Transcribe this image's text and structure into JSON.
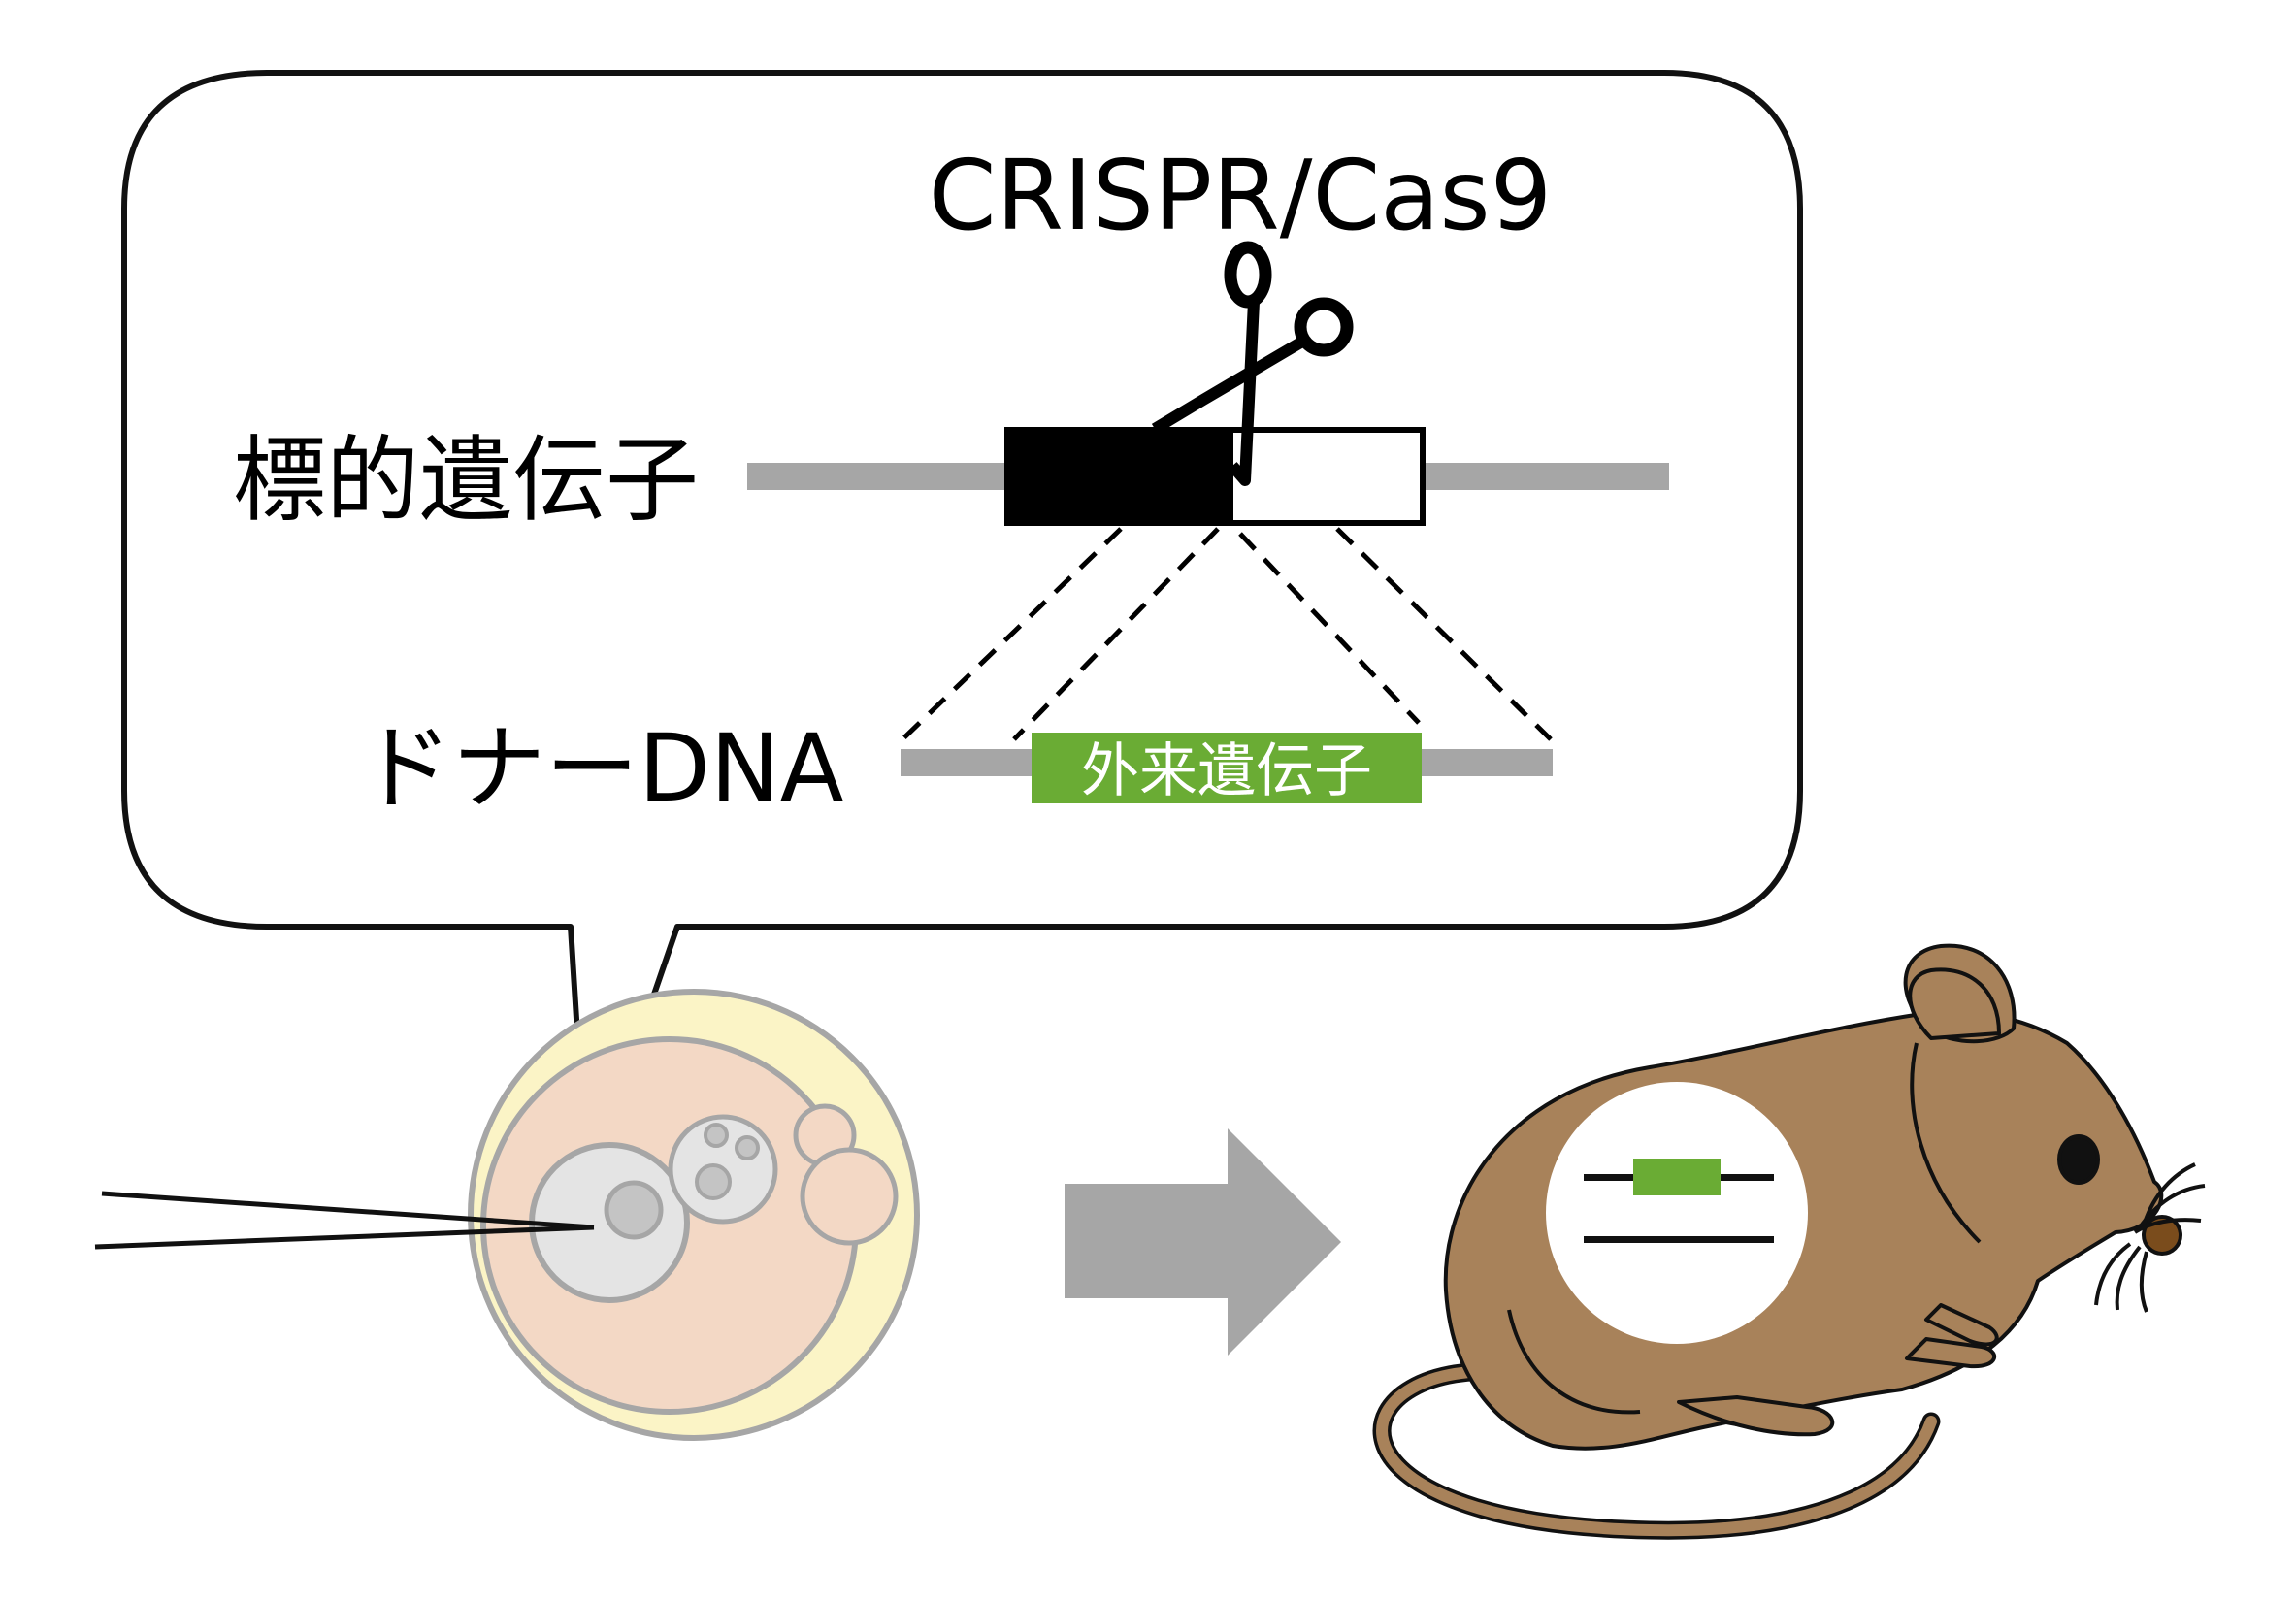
{
  "labels": {
    "tool": "CRISPR/Cas9",
    "target_gene": "標的遺伝子",
    "donor_dna": "ドナーDNA",
    "foreign_gene": "外来遺伝子"
  },
  "colors": {
    "bubble_stroke": "#111111",
    "dna_line": "#a6a6a6",
    "foreign_gene_fill": "#6aac34",
    "foreign_gene_text": "#ffffff",
    "egg_zona": "#fbf4c6",
    "egg_cytoplasm": "#f3d8c5",
    "nucleus": "#e4e4e4",
    "arrow": "#a6a6a6",
    "mouse_body": "#a8825a",
    "mouse_nose": "#7a4c1c"
  },
  "icons": [
    "scissors-icon",
    "arrow-right-icon",
    "mouse-icon",
    "fertilized-egg-icon",
    "injection-needle-icon"
  ]
}
